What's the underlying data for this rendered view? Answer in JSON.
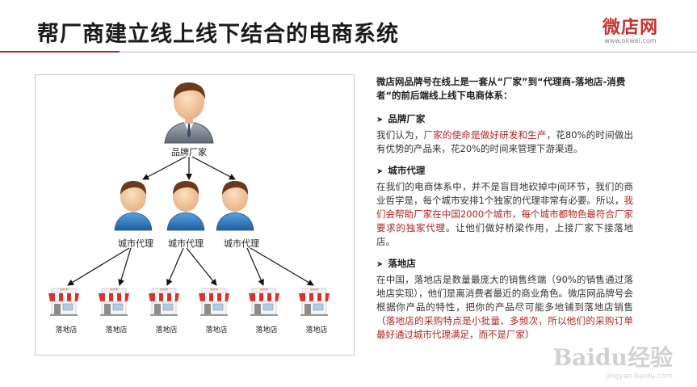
{
  "slide": {
    "title": "帮厂商建立线上线下结合的电商系统",
    "logo": {
      "name": "微店网",
      "url": "www.okwei.com"
    }
  },
  "diagram": {
    "brand": {
      "label": "品牌厂家"
    },
    "agents": [
      {
        "label": "城市代理"
      },
      {
        "label": "城市代理"
      },
      {
        "label": "城市代理"
      }
    ],
    "stores": [
      {
        "label": "落地店",
        "sign": "SHOP"
      },
      {
        "label": "落地店",
        "sign": "SHOP"
      },
      {
        "label": "落地店",
        "sign": "SHOP"
      },
      {
        "label": "落地店",
        "sign": "SHOP"
      },
      {
        "label": "落地店",
        "sign": "SHOP"
      },
      {
        "label": "落地店",
        "sign": "SHOP"
      }
    ]
  },
  "text": {
    "intro": "微店网品牌号在线上是一套从“厂家”到“代理商-落地店-消费者“的前后端线上线下电商体系：",
    "sections": [
      {
        "heading": "品牌厂家",
        "p1": "我们认为，",
        "p1_hl": "厂家的使命是做好研发和生产",
        "p1_rest": "，花80%的时间做出有优势的产品来，花20%的时间来管理下游渠道。"
      },
      {
        "heading": "城市代理",
        "p1": "在我们的电商体系中，并不是盲目地砍掉中间环节，我们的商业哲学是，每个城市安排1个独家的代理非常有必要。所以，",
        "p1_hl": "我们会帮助厂家在中国2000个城市，每个城市都物色最符合厂家要求的独家代理",
        "p1_rest": "。让他们做好桥梁作用，上接厂家下接落地店。"
      },
      {
        "heading": "落地店",
        "p1": "在中国，落地店是数量最庞大的销售终端（90%的销售通过落地店实现），他们是离消费者最近的商业角色。微店网品牌号会根据你产品的特性，把你的产品尽可能多地铺到落地店销售（",
        "p1_hl": "落地店的采购特点是小批量、多频次，所以他们的采购订单最好通过城市代理满足，而不是厂家",
        "p1_rest": "）"
      }
    ],
    "arrow": "➤"
  },
  "watermark": {
    "main": "Baidu经验",
    "url": "jingyan.baidu.com"
  },
  "colors": {
    "accent": "#b0241f",
    "person_body": "#2f7fc4",
    "awning_red": "#d8322c"
  }
}
